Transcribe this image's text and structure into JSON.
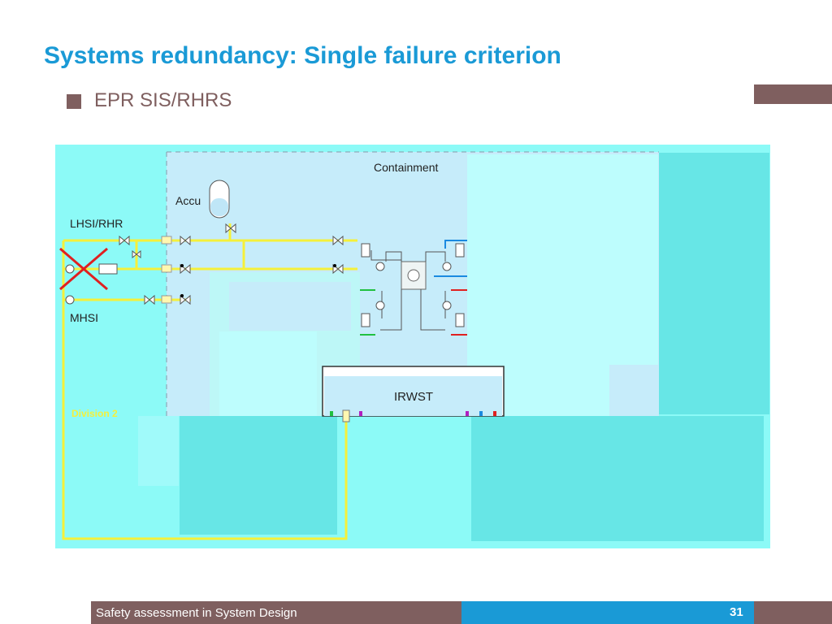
{
  "slide": {
    "title": "Systems redundancy: Single failure criterion",
    "subtitle": "EPR SIS/RHRS",
    "footer_label": "Safety assessment in System Design",
    "page_number": "31"
  },
  "diagram": {
    "containment_label": "Containment",
    "accu_label": "Accu",
    "lhsi_label": "LHSI/RHR",
    "mhsi_label": "MHSI",
    "irwst_label": "IRWST",
    "division_label": "Division 2"
  },
  "colors": {
    "brand_blue": "#1a9ad6",
    "accent_brown": "#7f5f5f",
    "division_line": "#f5f03a",
    "failure_cross": "#e02020",
    "loop_blue": "#1a8ae0",
    "loop_green": "#20c040",
    "loop_red": "#e02020"
  }
}
